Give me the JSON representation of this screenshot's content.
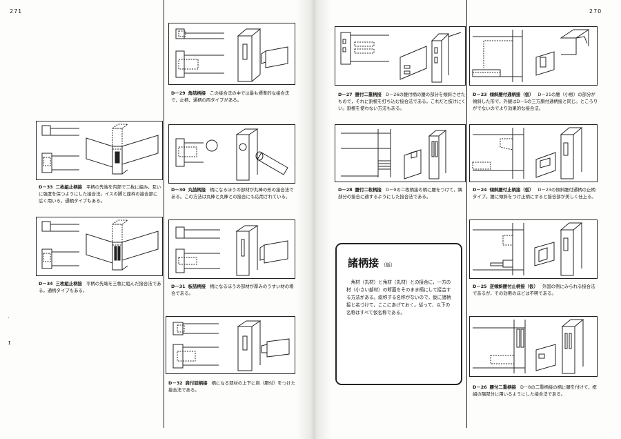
{
  "pages": {
    "left_number": "271",
    "right_number": "270"
  },
  "captions": {
    "d29": {
      "code": "D－29",
      "name": "角詰柄接",
      "text": "この接合法の中では最も標準的な接合法で，止柄，通柄の両タイプがある。"
    },
    "d30": {
      "code": "D－30",
      "name": "丸詰柄接",
      "text": "柄になるほうの部材が丸棒の形の接合法である。この方法は丸棒と丸棒との接合にも応用されている。"
    },
    "d31": {
      "code": "D－31",
      "name": "板詰柄接",
      "text": "柄になるほうの部材が厚みのうすい材の場合である。"
    },
    "d32": {
      "code": "D－32",
      "name": "肩付詰柄接",
      "text": "柄になる部材の上下に肩（胴付）をつけた接合法である。"
    },
    "d33": {
      "code": "D－33",
      "name": "二枚組止柄接",
      "text": "平柄の先端を内部で二枚に組み，互いに強度を保つようにした接合法。イスの脚と座枠の接合部に広く用いる。通柄タイプもある。"
    },
    "d34": {
      "code": "D－34",
      "name": "三枚組止柄接",
      "text": "平柄の先端を三枚に組んだ接合法である。通柄タイプもある。"
    },
    "d27": {
      "code": "D－27",
      "name": "腰付二重柄接",
      "text": "D－26の腰付柄の腰の部分を傾斜させたもので，それに割楔を打ち込む接合法である。これだと抜けにくい。割楔を使わない方法もある。"
    },
    "d28": {
      "code": "D－28",
      "name": "腰付二枚柄接",
      "text": "D－9の二枚柄接の柄に腰をつけて，隅部分の接合に適するようにした接合法である。"
    },
    "d23": {
      "code": "D－23",
      "name": "傾斜腰付通柄接（仮）",
      "text": "D－21の腰（小根）の部分が傾斜した形で，外観はD－5の三方胴付通柄接と同じ。ところりがでないのでより効果的な接合法。"
    },
    "d24": {
      "code": "D－24",
      "name": "傾斜腰付止柄接（仮）",
      "text": "D－23の傾斜腰付通柄の止柄タイプ。腰に傾斜をつけ止柄にすると接合部が美しく仕上る。"
    },
    "d25": {
      "code": "D－25",
      "name": "逆傾斜腰付止柄接（仮）",
      "text": "外国の例にみられる接合法であるが，その効用のほどは不明である。"
    },
    "d26": {
      "code": "D－26",
      "name": "腰付二重柄接",
      "text": "D－8の二重柄接の柄に腰を付けて，框組の隅部分に用いるようにした接合法である。"
    }
  },
  "feature_box": {
    "title": "諸柄接",
    "title_note": "（仮）",
    "body": "角材（丸材）と角材（丸材）との接合に，一方の材（小さい部材）の断面をそのまま柄にして接合する方法がある。総称する名称がないので，仮に諸柄接と名づけて，ここにあげておく。従って，以下の名称はすべて仮名称である。"
  }
}
